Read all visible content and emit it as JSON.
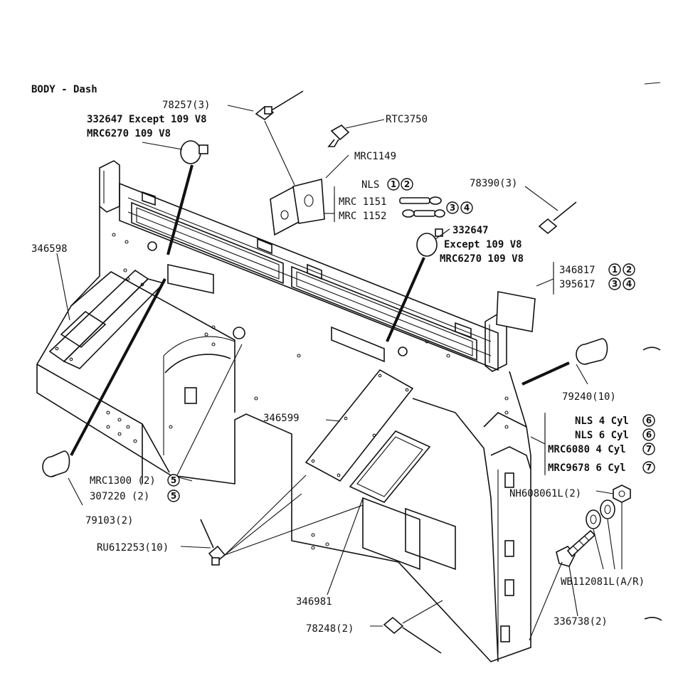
{
  "title": "BODY - Dash",
  "callouts": {
    "c78257": "78257(3)",
    "c332647a": "332647 Except 109 V8",
    "cMRC6270a": "MRC6270 109 V8",
    "cRTC3750": "RTC3750",
    "cMRC1149": "MRC1149",
    "cNLS": "NLS",
    "cMRC1151": "MRC 1151",
    "cMRC1152": "MRC 1152",
    "c78390": "78390(3)",
    "c332647b": "332647",
    "cExcept": "Except 109 V8",
    "cMRC6270b": "MRC6270 109 V8",
    "c346598": "346598",
    "c346817": "346817",
    "c395617": "395617",
    "c79240": "79240(10)",
    "c346599": "346599",
    "cNLS4": "NLS 4 Cyl",
    "cNLS6": "NLS 6 Cyl",
    "cMRC6080": "MRC6080 4 Cyl",
    "cMRC9678": "MRC9678 6 Cyl",
    "cMRC1300": "MRC1300 (2)",
    "c307220": "307220 (2)",
    "c79103": "79103(2)",
    "cNH608": "NH608061L(2)",
    "cRU612": "RU612253(10)",
    "cWB112": "WB112081L(A/R)",
    "c346981": "346981",
    "c336738": "336738(2)",
    "c78248": "78248(2)"
  },
  "circled_numbers": {
    "n1": "1",
    "n2": "2",
    "n3": "3",
    "n4": "4",
    "n5": "5",
    "n6": "6",
    "n7": "7"
  }
}
